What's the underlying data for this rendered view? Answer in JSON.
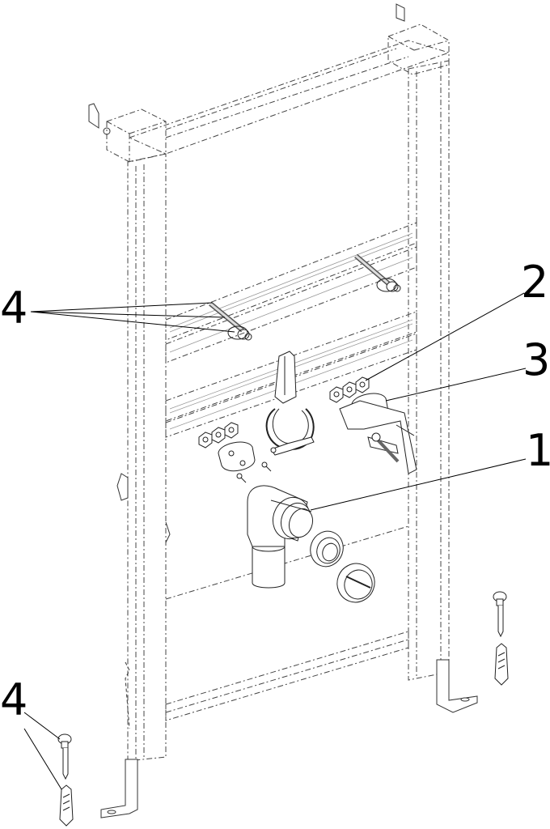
{
  "callouts": {
    "screws_upper": "4",
    "nuts": "2",
    "plates": "3",
    "drain_elbow": "1",
    "screws_floor": "4"
  }
}
